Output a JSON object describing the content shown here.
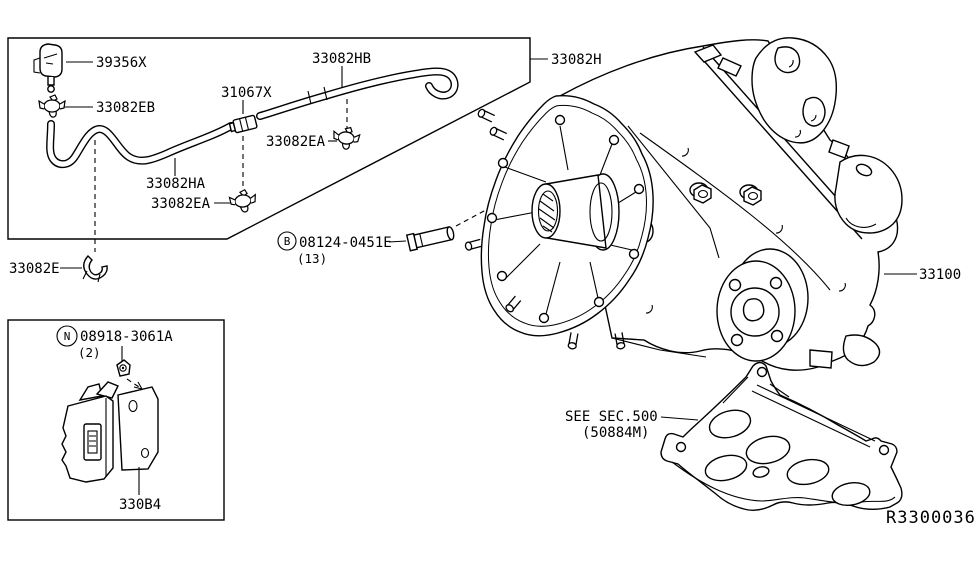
{
  "diagram": {
    "title": "transfer-case-parts-diagram",
    "drawing_ref": "R3300036",
    "colors": {
      "line": "#000000",
      "background": "#ffffff"
    },
    "labels": {
      "p39356x": "39356X",
      "p33082eb": "33082EB",
      "p31067x": "31067X",
      "p33082hb": "33082HB",
      "p33082h": "33082H",
      "p33082ea_upper": "33082EA",
      "p33082ha": "33082HA",
      "p33082ea_lower": "33082EA",
      "p33082e": "33082E",
      "bolt_badge": "B",
      "bolt_number": "08124-0451E",
      "bolt_qty": "(13)",
      "p33100": "33100",
      "nut_badge": "N",
      "nut_number": "08918-3061A",
      "nut_qty": "(2)",
      "p330b4": "330B4",
      "see_sec_line1": "SEE SEC.500",
      "see_sec_line2": "(50884M)"
    }
  }
}
